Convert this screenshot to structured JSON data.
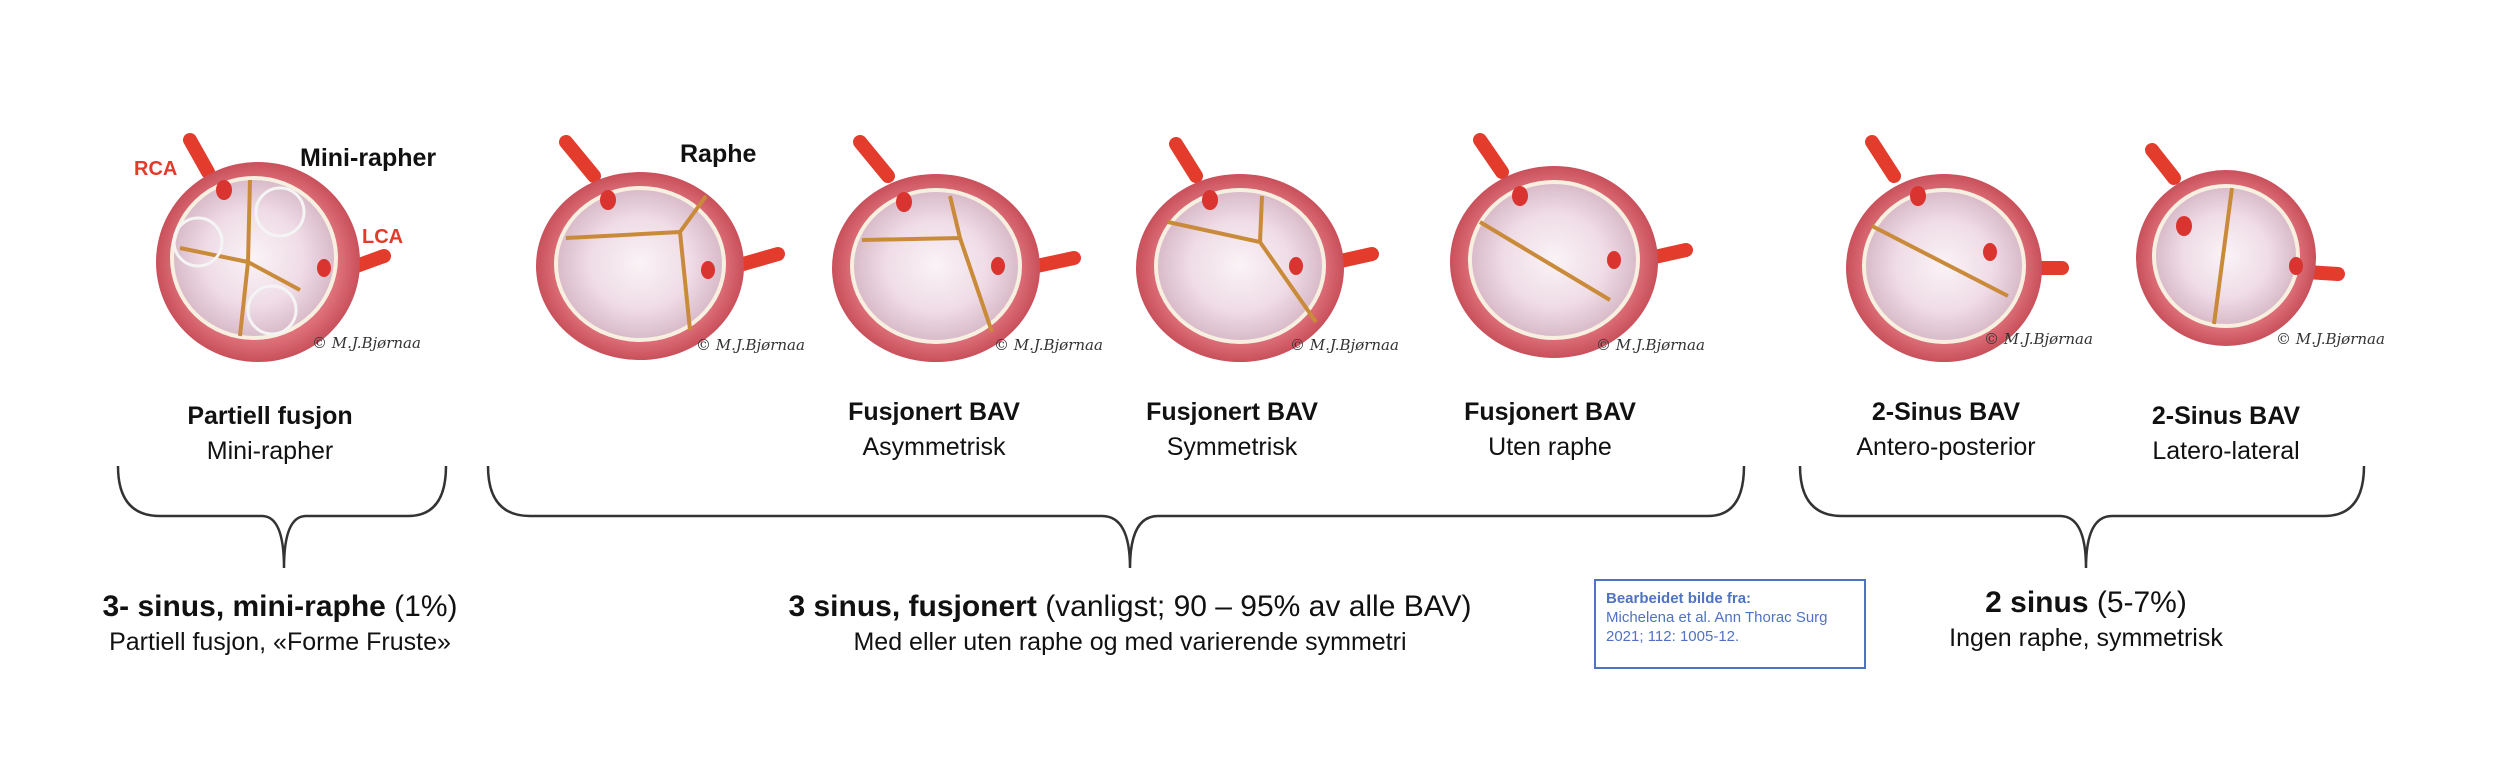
{
  "annotations": {
    "rca": "RCA",
    "lca": "LCA",
    "mini_rapher": "Mini-rapher",
    "raphe": "Raphe",
    "signature": "© M.J.Bjørnaa"
  },
  "valves": [
    {
      "title": "Partiell fusjon",
      "subtitle": "Mini-rapher"
    },
    {
      "title": "",
      "subtitle": ""
    },
    {
      "title": "Fusjonert BAV",
      "subtitle": "Asymmetrisk"
    },
    {
      "title": "Fusjonert BAV",
      "subtitle": "Symmetrisk"
    },
    {
      "title": "Fusjonert BAV",
      "subtitle": "Uten raphe"
    },
    {
      "title": "2-Sinus BAV",
      "subtitle": "Antero-posterior"
    },
    {
      "title": "2-Sinus BAV",
      "subtitle": "Latero-lateral"
    }
  ],
  "groups": [
    {
      "title_bold": "3- sinus, mini-raphe",
      "title_rest": " (1%)",
      "subtitle": "Partiell fusjon, «Forme Fruste»"
    },
    {
      "title_bold": "3 sinus, fusjonert",
      "title_rest": " (vanligst; 90 – 95% av alle BAV)",
      "subtitle": "Med eller uten raphe og med varierende symmetri"
    },
    {
      "title_bold": "2 sinus",
      "title_rest": " (5-7%)",
      "subtitle": "Ingen raphe, symmetrisk"
    }
  ],
  "credit": {
    "title": "Bearbeidet bilde fra:",
    "text": "Michelena et al. Ann Thorac Surg 2021; 112: 1005-12."
  }
}
